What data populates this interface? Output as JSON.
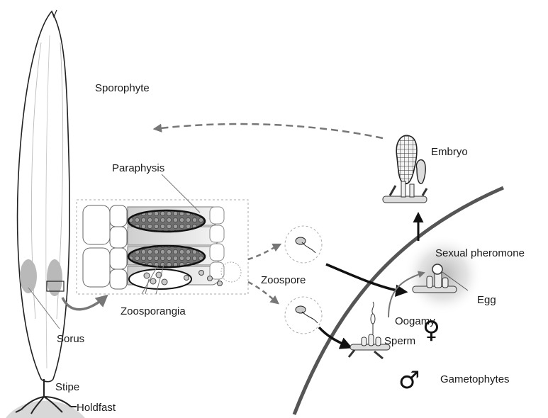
{
  "labels": {
    "sporophyte": "Sporophyte",
    "paraphysis": "Paraphysis",
    "embryo": "Embryo",
    "sexual_pheromone": "Sexual pheromone",
    "zoospore": "Zoospore",
    "egg": "Egg",
    "oogamy": "Oogamy",
    "zoosporangia": "Zoosporangia",
    "sorus": "Sorus",
    "sperm": "Sperm",
    "gametophytes": "Gametophytes",
    "stipe": "Stipe",
    "holdfast": "Holdfast"
  },
  "symbols": {
    "female": "♀",
    "male": "♂"
  }
}
